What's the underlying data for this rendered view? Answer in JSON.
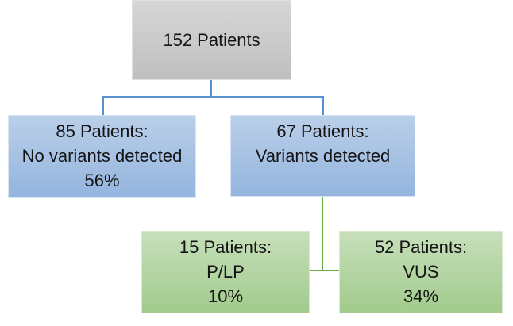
{
  "colors": {
    "node-gray-top": "#d6d6d6",
    "node-gray-bottom": "#bfbfbf",
    "node-blue-top": "#bacfe9",
    "node-blue-bottom": "#94b5de",
    "node-green-top": "#c7dfba",
    "node-green-bottom": "#a2cb8d",
    "connector-blue": "#5590cf",
    "connector-green": "#6aad45",
    "text": "#141414"
  },
  "nodes": {
    "root": {
      "lines": [
        "152 Patients"
      ]
    },
    "no_variants": {
      "lines": [
        "85 Patients:",
        "No variants detected",
        "56%"
      ]
    },
    "variants": {
      "lines": [
        "67 Patients:",
        "Variants detected"
      ]
    },
    "plp": {
      "lines": [
        "15 Patients:",
        "P/LP",
        "10%"
      ]
    },
    "vus": {
      "lines": [
        "52 Patients:",
        "VUS",
        "34%"
      ]
    }
  }
}
